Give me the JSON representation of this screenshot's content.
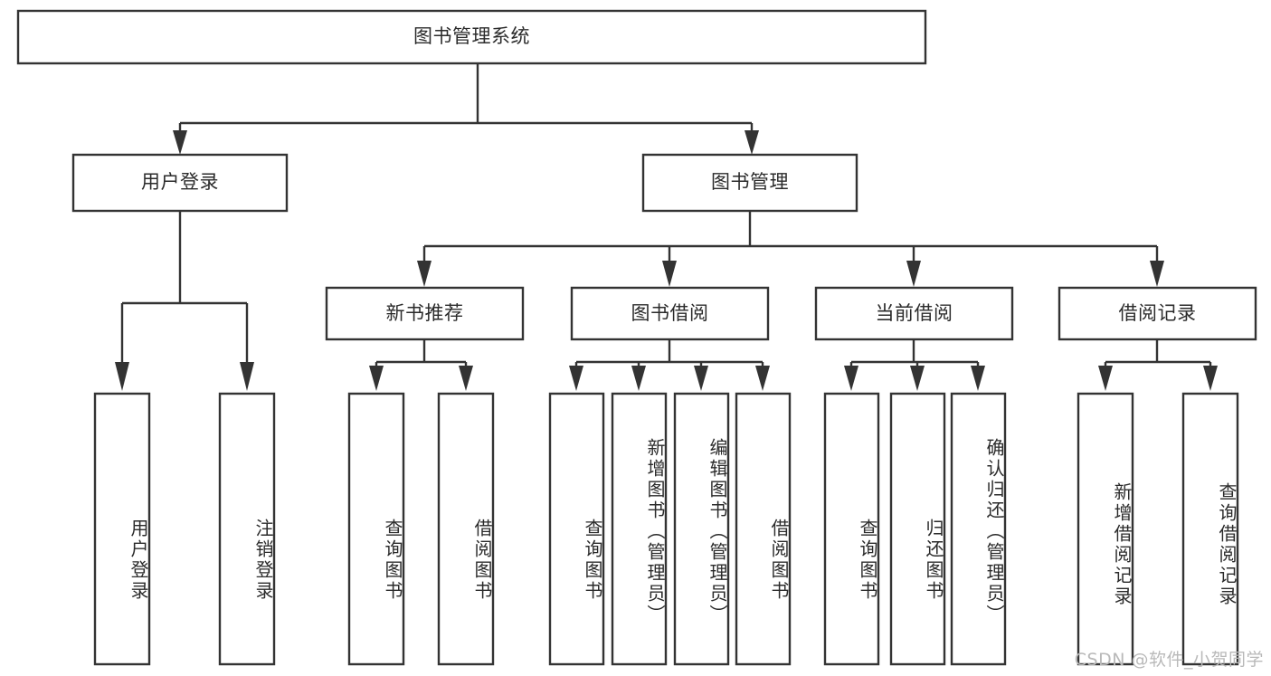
{
  "diagram": {
    "type": "tree-hierarchy",
    "title": "图书管理系统",
    "watermark": "CSDN @软件_小贺同学",
    "colors": {
      "box_fill": "#ffffff",
      "box_stroke": "#333333",
      "text": "#2b2b2b",
      "watermark": "#b9b9b9",
      "background": "#ffffff"
    },
    "nodes": {
      "root": {
        "label": "图书管理系统"
      },
      "level2": [
        {
          "id": "user-login",
          "label": "用户登录"
        },
        {
          "id": "book-manage",
          "label": "图书管理"
        }
      ],
      "level3": [
        {
          "id": "new-book-rec",
          "label": "新书推荐"
        },
        {
          "id": "book-borrow",
          "label": "图书借阅"
        },
        {
          "id": "current-borrow",
          "label": "当前借阅"
        },
        {
          "id": "borrow-record",
          "label": "借阅记录"
        }
      ],
      "leaves": {
        "user_login": [
          {
            "id": "leaf-user-login",
            "label": "用户登录"
          },
          {
            "id": "leaf-logout",
            "label": "注销登录"
          }
        ],
        "new_book_rec": [
          {
            "id": "leaf-query-book-1",
            "label": "查询图书"
          },
          {
            "id": "leaf-borrow-book-1",
            "label": "借阅图书"
          }
        ],
        "book_borrow": [
          {
            "id": "leaf-query-book-2",
            "label": "查询图书"
          },
          {
            "id": "leaf-add-book",
            "label": "新增图书（管理员）"
          },
          {
            "id": "leaf-edit-book",
            "label": "编辑图书（管理员）"
          },
          {
            "id": "leaf-borrow-book-2",
            "label": "借阅图书"
          }
        ],
        "current_borrow": [
          {
            "id": "leaf-query-book-3",
            "label": "查询图书"
          },
          {
            "id": "leaf-return-book",
            "label": "归还图书"
          },
          {
            "id": "leaf-confirm-return",
            "label": "确认归还（管理员）"
          }
        ],
        "borrow_record": [
          {
            "id": "leaf-add-record",
            "label": "新增借阅记录"
          },
          {
            "id": "leaf-query-record",
            "label": "查询借阅记录"
          }
        ]
      }
    }
  }
}
